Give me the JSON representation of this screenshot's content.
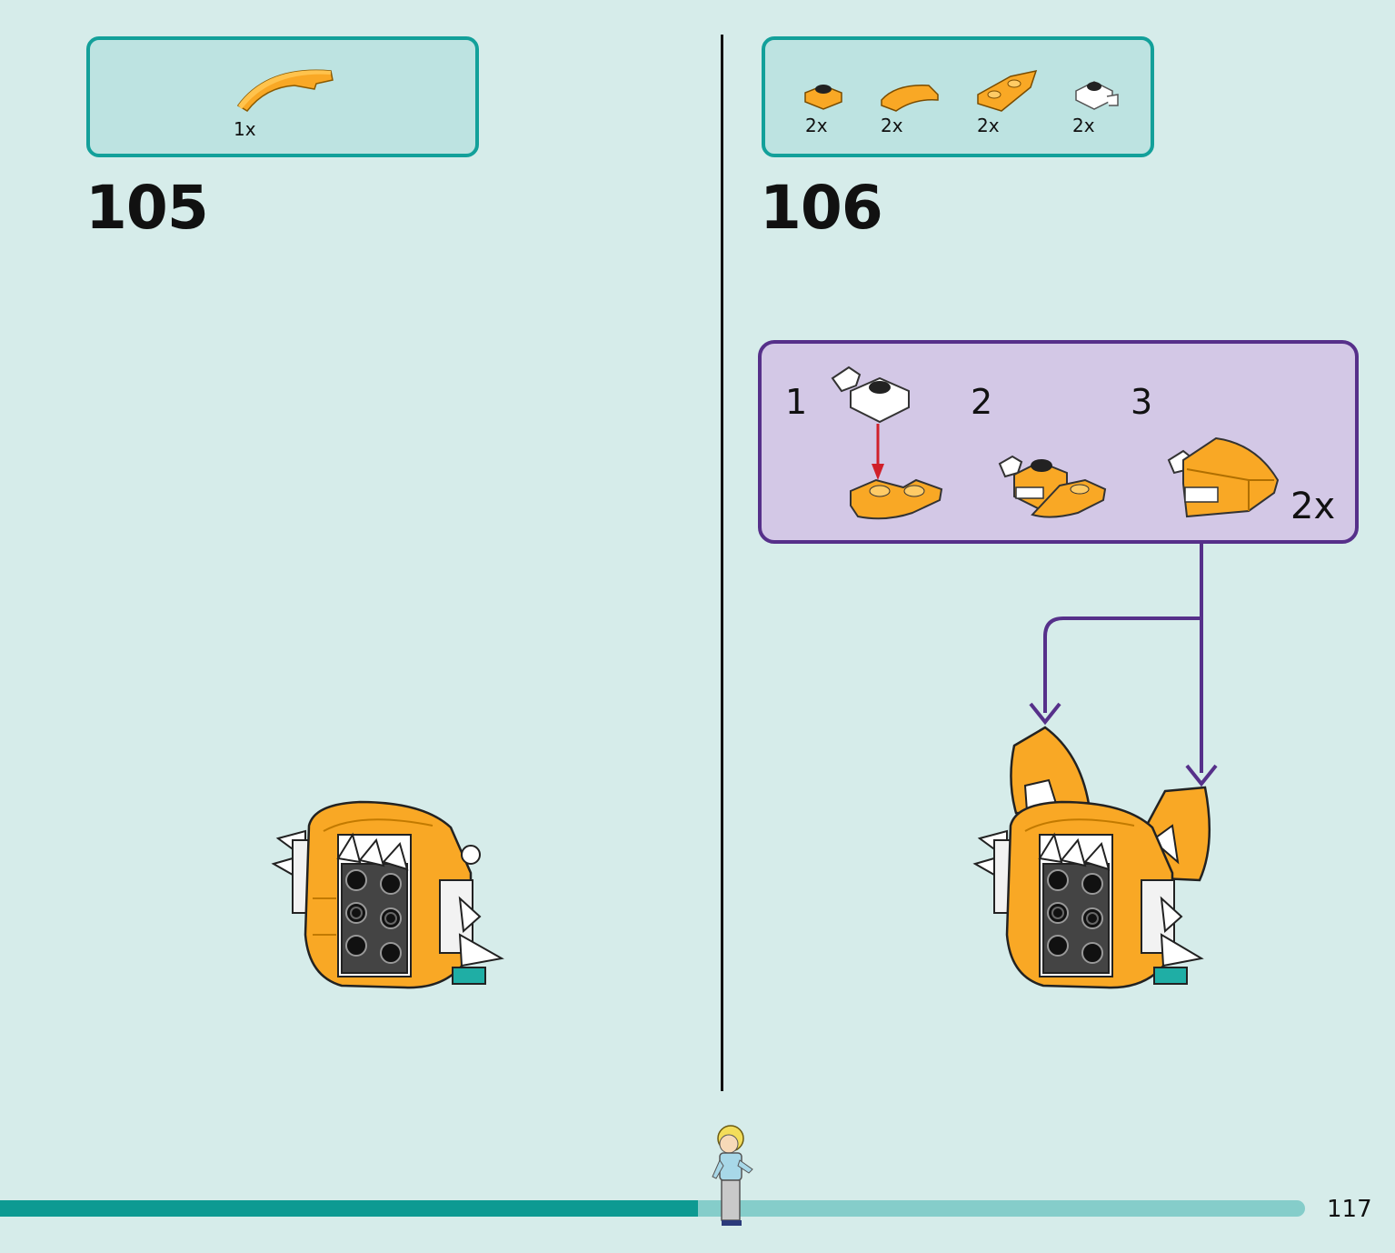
{
  "steps": [
    {
      "number": "105",
      "parts": [
        {
          "icon": "curved-slope-brick-icon",
          "qty": "1x"
        }
      ]
    },
    {
      "number": "106",
      "parts": [
        {
          "icon": "round-plate-icon",
          "qty": "2x"
        },
        {
          "icon": "curved-slope-icon",
          "qty": "2x"
        },
        {
          "icon": "wedge-plate-icon",
          "qty": "2x"
        },
        {
          "icon": "clip-plate-icon",
          "qty": "2x"
        }
      ],
      "sub_assembly": {
        "steps": [
          "1",
          "2",
          "3"
        ],
        "qty": "2x"
      }
    }
  ],
  "progress": {
    "fraction": 0.535
  },
  "page_number": "117",
  "colors": {
    "orange": "#f9a825",
    "teal": "#13a09a",
    "purple": "#56308a",
    "background": "#d6ecea"
  }
}
